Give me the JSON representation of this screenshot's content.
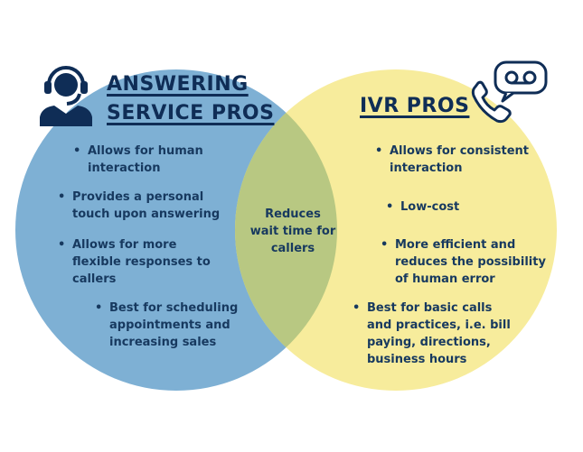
{
  "left": {
    "title_line1": "ANSWERING",
    "title_line2": "SERVICE PROS",
    "items": [
      {
        "line1": "Allows for human",
        "line2": "interaction"
      },
      {
        "line1": "Provides a personal",
        "line2": "touch upon answering"
      },
      {
        "line1": "Allows for more",
        "line2": "flexible responses to",
        "line3": "callers"
      },
      {
        "line1": "Best for scheduling",
        "line2": "appointments and",
        "line3": "increasing sales"
      }
    ]
  },
  "right": {
    "title": "IVR PROS",
    "items": [
      {
        "line1": "Allows for consistent",
        "line2": "interaction"
      },
      {
        "line1": "Low-cost"
      },
      {
        "line1": "More efficient and",
        "line2": "reduces the possibility",
        "line3": "of human error"
      },
      {
        "line1": "Best for basic calls",
        "line2": "and practices, i.e. bill",
        "line3": "paying, directions,",
        "line4": "business hours"
      }
    ]
  },
  "overlap": {
    "line1": "Reduces",
    "line2": "wait time for",
    "line3": "callers"
  },
  "icons": {
    "left": "call-center-agent-headset-icon",
    "right": "phone-voicemail-icon"
  },
  "colors": {
    "left_circle": "#7eb0d4",
    "right_circle": "#f7ec9c",
    "overlap": "#b8c882",
    "text": "#17395f",
    "title": "#0f2d56"
  }
}
